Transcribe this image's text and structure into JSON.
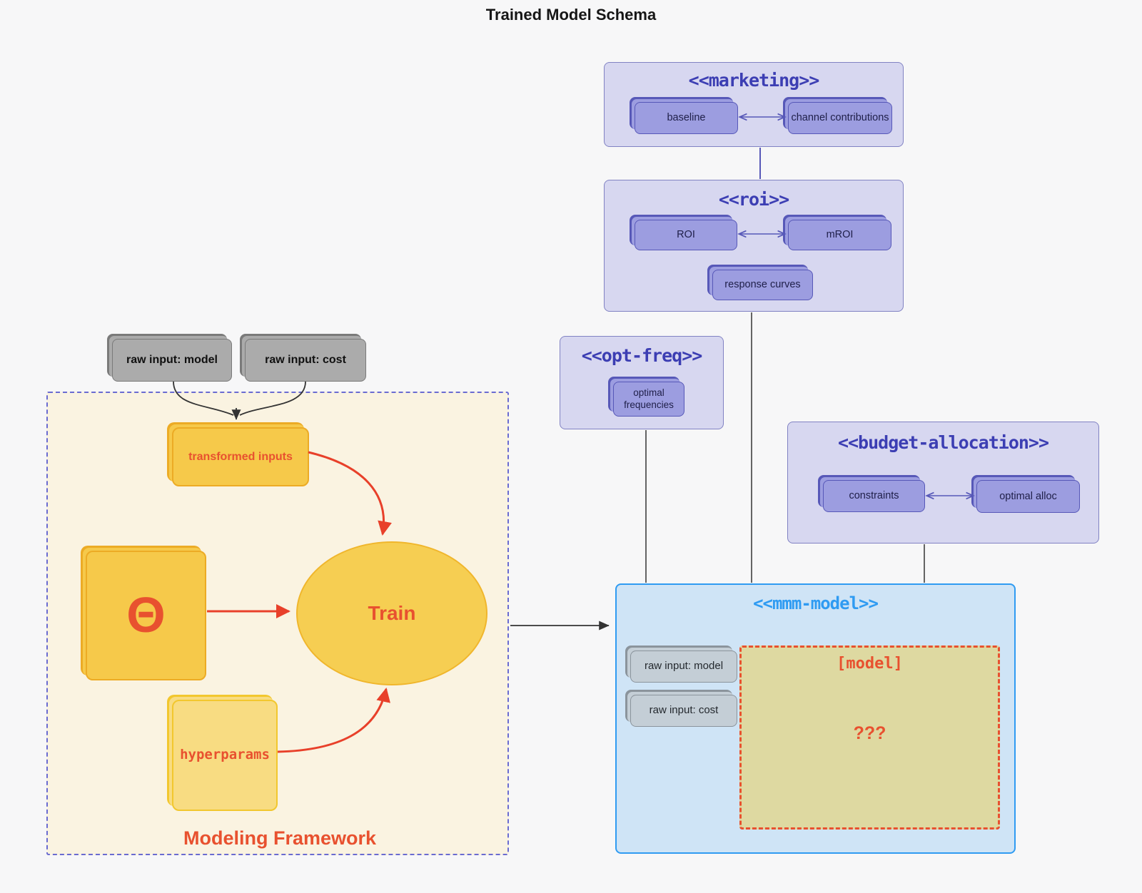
{
  "title": "Trained Model Schema",
  "clusters": {
    "marketing": {
      "stereotype": "<<marketing>>",
      "nodes": {
        "baseline": "baseline",
        "channel_contributions": "channel contributions"
      }
    },
    "roi": {
      "stereotype": "<<roi>>",
      "nodes": {
        "roi": "ROI",
        "mroi": "mROI",
        "response_curves": "response curves"
      }
    },
    "opt_freq": {
      "stereotype": "<<opt-freq>>",
      "nodes": {
        "optimal_frequencies": "optimal frequencies"
      }
    },
    "budget_allocation": {
      "stereotype": "<<budget-allocation>>",
      "nodes": {
        "constraints": "constraints",
        "optimal_alloc": "optimal alloc"
      }
    },
    "mmm_model": {
      "stereotype": "<<mmm-model>>",
      "nodes": {
        "raw_input_model": "raw input: model",
        "raw_input_cost": "raw input: cost"
      },
      "placeholder": {
        "title": "[model]",
        "body": "???"
      }
    },
    "modeling_framework": {
      "label": "Modeling Framework",
      "nodes": {
        "transformed_inputs": "transformed inputs",
        "theta": "Θ",
        "train": "Train",
        "hyperparams": "hyperparams"
      }
    }
  },
  "external_inputs": {
    "raw_input_model": "raw input: model",
    "raw_input_cost": "raw input: cost"
  },
  "edges": [
    {
      "from": "raw-input-model",
      "to": "transformed-inputs",
      "style": "arrow-black"
    },
    {
      "from": "raw-input-cost",
      "to": "transformed-inputs",
      "style": "arrow-black"
    },
    {
      "from": "transformed-inputs",
      "to": "train",
      "style": "arrow-red"
    },
    {
      "from": "theta",
      "to": "train",
      "style": "arrow-red"
    },
    {
      "from": "hyperparams",
      "to": "train",
      "style": "arrow-red"
    },
    {
      "from": "modeling-framework",
      "to": "mmm-model",
      "style": "arrow-black"
    },
    {
      "from": "baseline",
      "to": "channel-contributions",
      "style": "bidirectional"
    },
    {
      "from": "roi",
      "to": "mroi",
      "style": "bidirectional"
    },
    {
      "from": "constraints",
      "to": "optimal-alloc",
      "style": "bidirectional"
    },
    {
      "from": "marketing",
      "to": "roi",
      "style": "line"
    },
    {
      "from": "roi",
      "to": "mmm-model",
      "style": "line"
    },
    {
      "from": "opt-freq",
      "to": "mmm-model",
      "style": "line"
    },
    {
      "from": "budget-allocation",
      "to": "mmm-model",
      "style": "line"
    }
  ],
  "colors": {
    "canvas_bg": "#f7f7f8",
    "lavender_cluster_bg": "#d7d7f0",
    "lavender_cluster_border": "#8182c3",
    "purple_node_fill": "#9c9de0",
    "purple_node_border": "#5758b8",
    "purple_title_text": "#3c3eb3",
    "blue_cluster_bg": "#cfe4f6",
    "blue_cluster_border": "#2f9bf2",
    "cream_cluster_bg": "#faf3e1",
    "cream_cluster_border": "#6a6bd1",
    "gray_node_fill": "#ababab",
    "light_gray_node_fill": "#c4ced6",
    "yellow_node_fill": "#f6c94a",
    "yellow_node_border": "#ecab25",
    "light_yellow_node_fill": "#f8dc82",
    "khaki_box_fill": "#ded9a1",
    "red_accent": "#e8512f",
    "dark_line": "#333333"
  }
}
